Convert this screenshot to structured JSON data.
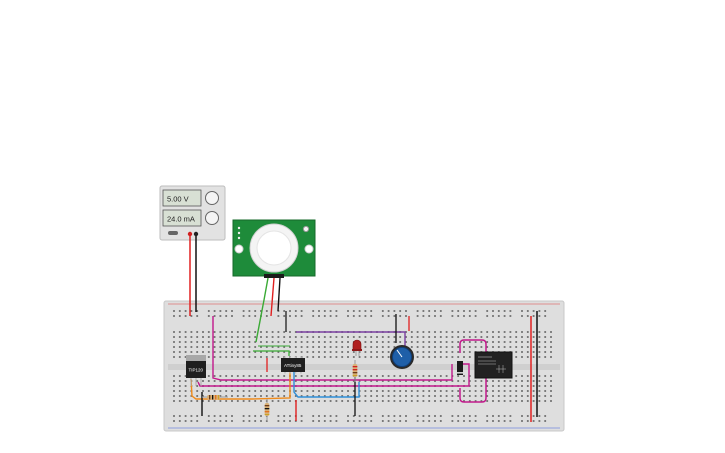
{
  "power_supply": {
    "voltage_display": "5.00 V",
    "current_display": "24.0 mA"
  },
  "transistor": {
    "label": "TIP120"
  },
  "arduino_chip": {
    "label": "ATtiny85"
  },
  "colors": {
    "breadboard": "#dcdcdc",
    "wire_red": "#e02020",
    "wire_black": "#111111",
    "wire_magenta": "#c2188b",
    "wire_purple": "#7a3fa0",
    "wire_orange": "#ef8a1a",
    "wire_blue": "#2f8fd8",
    "wire_green": "#3aaa35",
    "pir_board": "#1e8b3a",
    "led": "#b02020",
    "pot_knob": "#1f5fa8",
    "relay": "#222222"
  }
}
